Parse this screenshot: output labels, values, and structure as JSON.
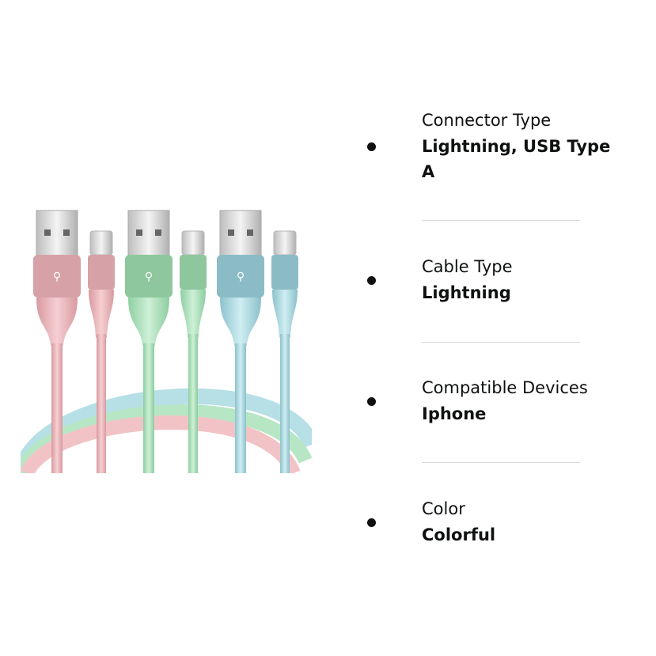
{
  "specs": [
    {
      "label": "Connector Type",
      "value": "Lightning, USB Type A"
    },
    {
      "label": "Cable Type",
      "value": "Lightning"
    },
    {
      "label": "Compatible Devices",
      "value": "Iphone"
    },
    {
      "label": "Color",
      "value": "Colorful"
    }
  ],
  "product_image": {
    "colors": {
      "pink": "#f2c3c6",
      "green": "#b7e6c4",
      "blue": "#b6dfe6",
      "metal": "#d9d9d9"
    }
  }
}
